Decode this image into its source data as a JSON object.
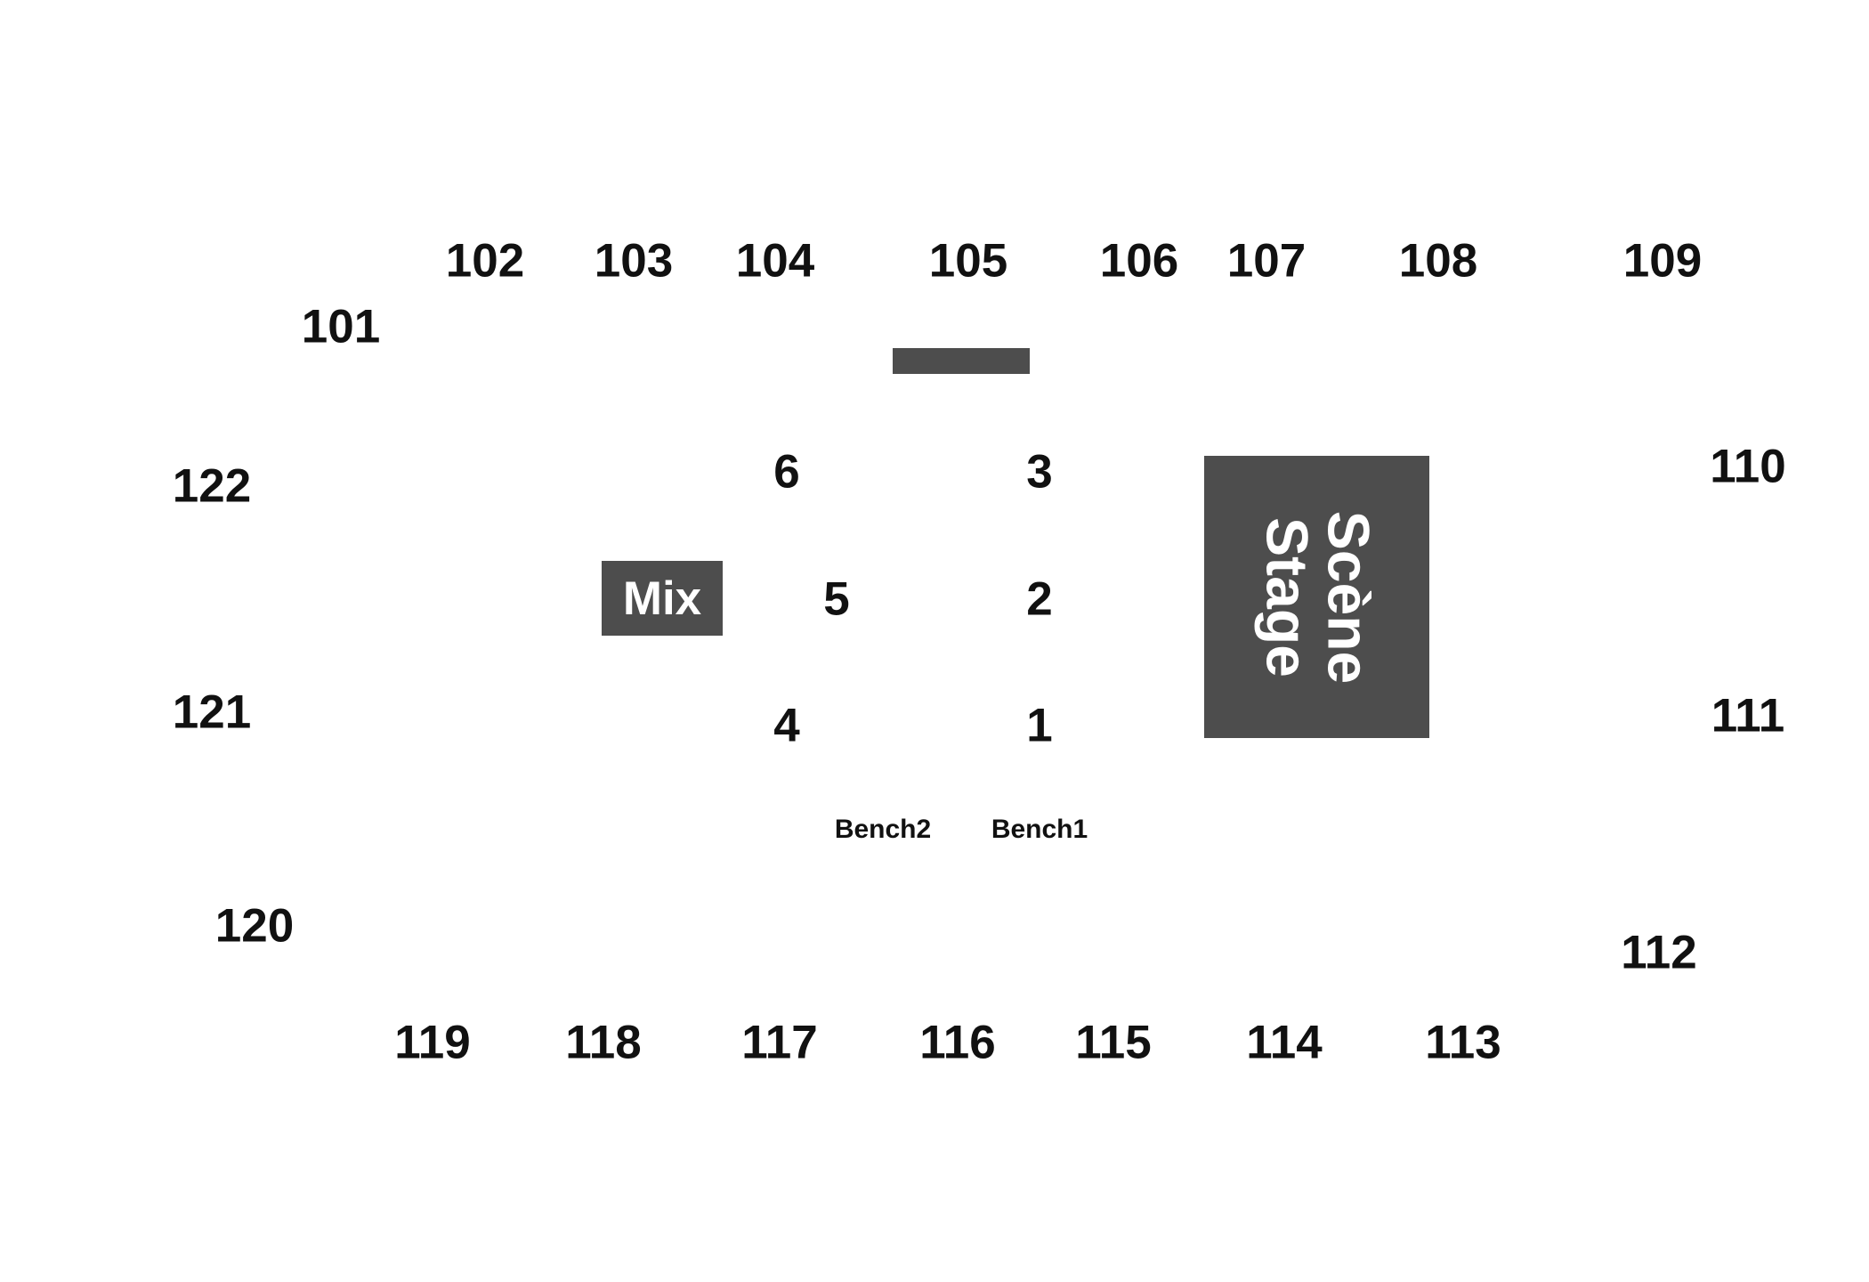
{
  "sections": {
    "s101": "101",
    "s102": "102",
    "s103": "103",
    "s104": "104",
    "s105": "105",
    "s106": "106",
    "s107": "107",
    "s108": "108",
    "s109": "109",
    "s110": "110",
    "s111": "111",
    "s112": "112",
    "s113": "113",
    "s114": "114",
    "s115": "115",
    "s116": "116",
    "s117": "117",
    "s118": "118",
    "s119": "119",
    "s120": "120",
    "s121": "121",
    "s122": "122"
  },
  "floor": {
    "f1": "1",
    "f2": "2",
    "f3": "3",
    "f4": "4",
    "f5": "5",
    "f6": "6"
  },
  "benches": {
    "bench1": "Bench1",
    "bench2": "Bench2"
  },
  "mix": {
    "label": "Mix"
  },
  "stage": {
    "line1": "Scène",
    "line2": "Stage"
  },
  "colors": {
    "fixture_fill": "#4d4d4d",
    "label_text": "#111111",
    "fixture_text": "#ffffff",
    "background": "#ffffff"
  }
}
